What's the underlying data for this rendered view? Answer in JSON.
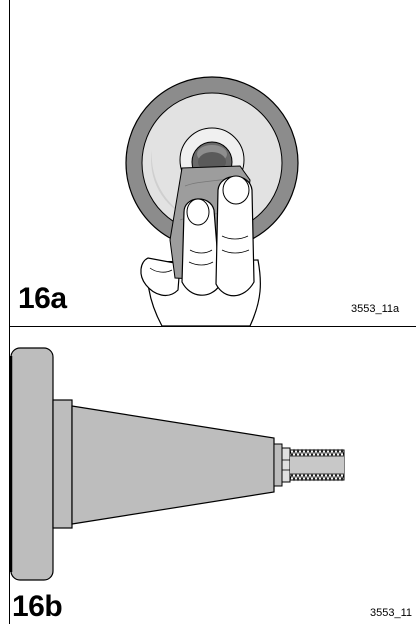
{
  "figures": [
    {
      "label": "16a",
      "code": "3553_11a",
      "illustration": "thumb-fingers-pressing-cloth-into-bearing-icon"
    },
    {
      "label": "16b",
      "code": "3553_11",
      "illustration": "tapered-shaft-with-threaded-end-icon"
    }
  ],
  "colors": {
    "outer_ring": "#8c8c8c",
    "inner_ring": "#e2e2e2",
    "shaft": "#bdbdbd",
    "finger": "#ffffff",
    "cloth": "#9d9d9d",
    "line": "#000000"
  }
}
